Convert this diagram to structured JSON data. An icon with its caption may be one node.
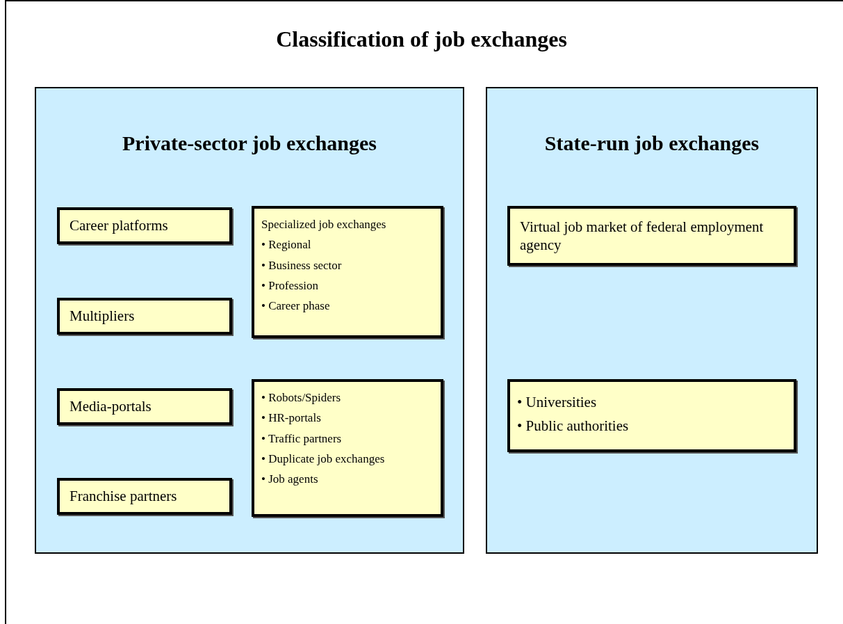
{
  "diagram": {
    "title": "Classification of job exchanges",
    "nodes": [
      {
        "text": [
          "Private-sector job exchanges"
        ]
      },
      {
        "text": [
          "State-run job exchanges"
        ]
      },
      {
        "text": [
          "Career platforms"
        ],
        "in": 0
      },
      {
        "text": [
          "Specialized job exchanges",
          "• Regional",
          "• Business sector",
          "• Profession",
          "• Career phase"
        ],
        "in": 0
      },
      {
        "text": [
          "Multipliers"
        ],
        "in": 0
      },
      {
        "text": [
          "Media-portals"
        ],
        "in": 0
      },
      {
        "text": [
          "• Robots/Spiders",
          "• HR-portals",
          "• Traffic partners",
          "• Duplicate job exchanges",
          "• Job agents"
        ],
        "in": 0
      },
      {
        "text": [
          "Franchise partners"
        ],
        "in": 0
      },
      {
        "text": [
          "Virtual job market of federal employment agency"
        ],
        "in": 1
      },
      {
        "text": [
          "• Universities",
          "• Public authorities"
        ],
        "in": 1
      }
    ]
  }
}
